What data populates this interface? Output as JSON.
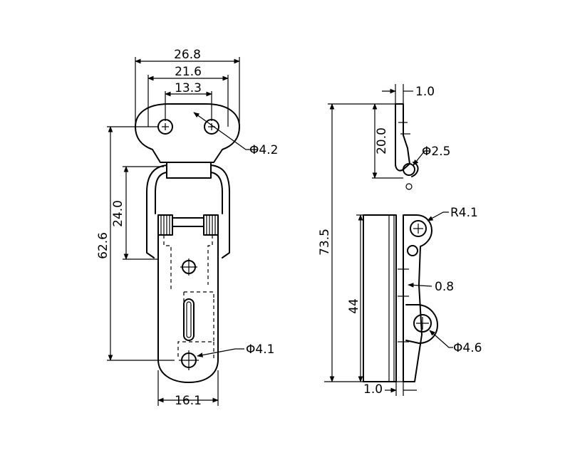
{
  "front_view": {
    "width_overall": "26.8",
    "width_holes_outer": "21.6",
    "width_holes_inner": "13.3",
    "hole_diameter_top": "Φ4.2",
    "loop_height": "24.0",
    "height_overall": "62.6",
    "hole_diameter_bottom": "Φ4.1",
    "width_bottom": "16.1"
  },
  "side_view": {
    "thickness_top": "1.0",
    "hook_height": "20.0",
    "hook_pin_diameter": "Φ2.5",
    "radius": "R4.1",
    "height_overall": "73.5",
    "gap": "0.8",
    "base_height": "44",
    "pivot_diameter": "Φ4.6",
    "thickness_bottom": "1.0"
  }
}
